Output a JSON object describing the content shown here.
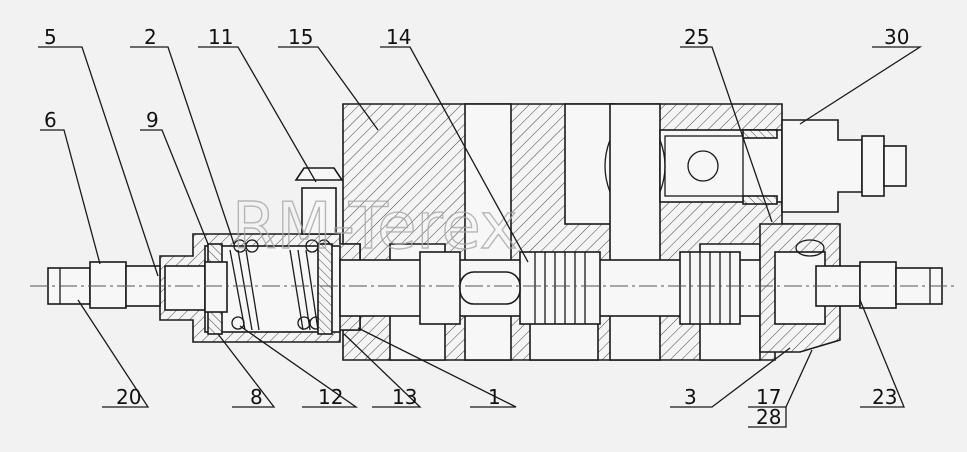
{
  "watermark": "RM-Terex",
  "callouts": {
    "c1": "1",
    "c2": "2",
    "c3": "3",
    "c5": "5",
    "c6": "6",
    "c8": "8",
    "c9": "9",
    "c11": "11",
    "c12": "12",
    "c13": "13",
    "c14": "14",
    "c15": "15",
    "c17": "17",
    "c20": "20",
    "c23": "23",
    "c25": "25",
    "c28": "28",
    "c30": "30"
  }
}
